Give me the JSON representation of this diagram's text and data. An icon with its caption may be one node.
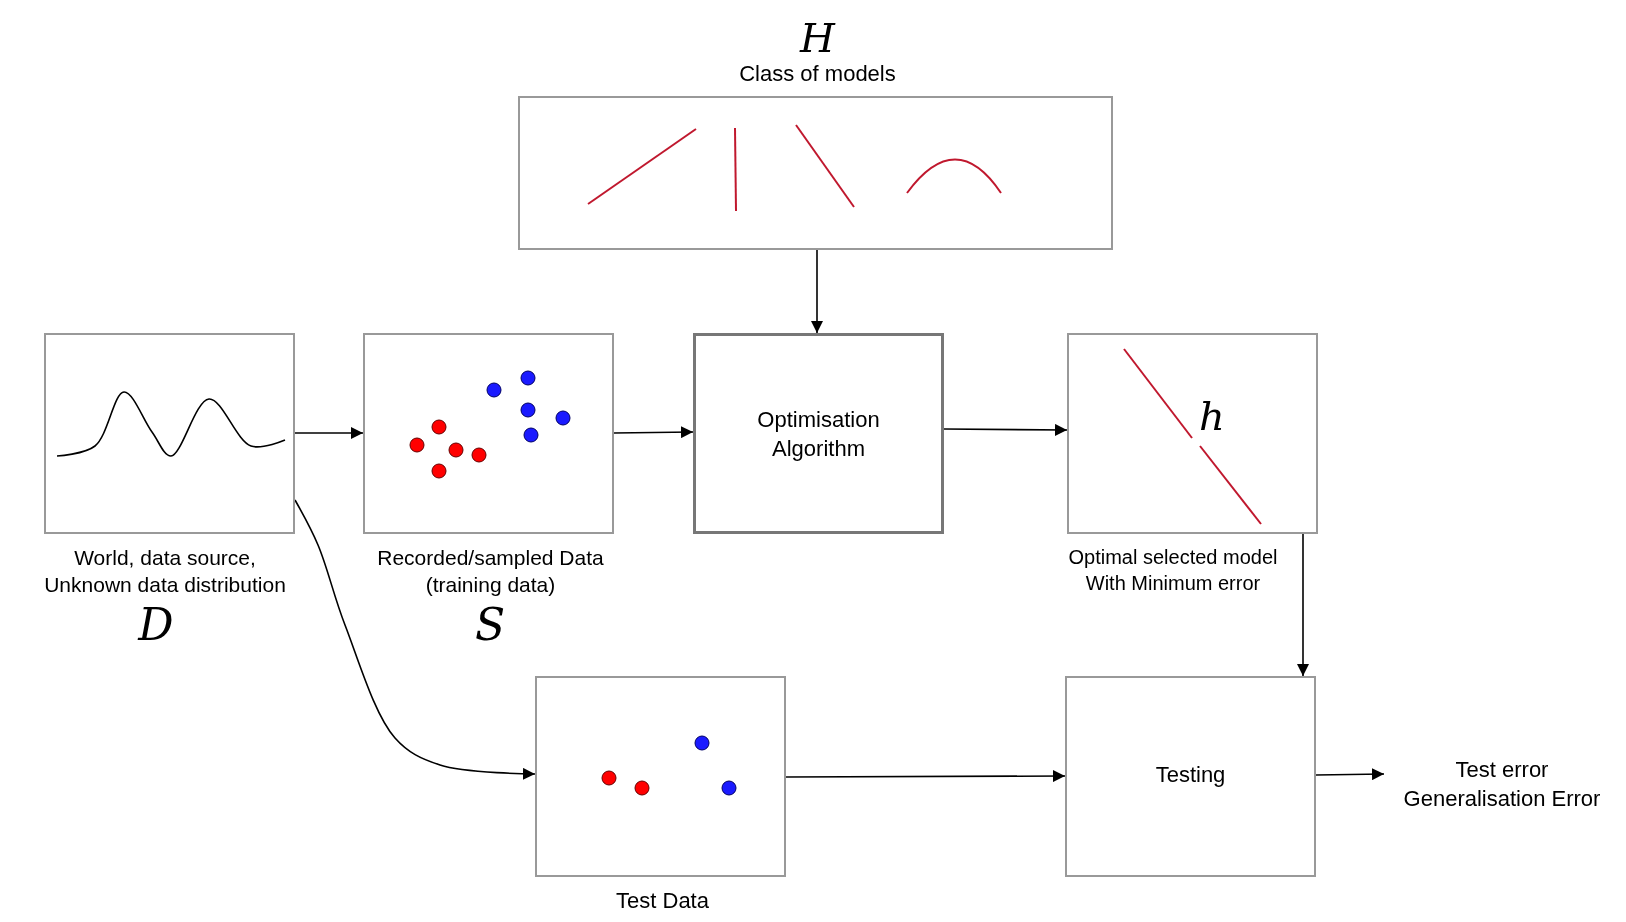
{
  "diagram": {
    "nodes": [
      {
        "text": [
          "H",
          "Class of models"
        ]
      },
      {
        "text": [
          "World, data source, Unknown data distribution",
          "D"
        ]
      },
      {
        "text": [
          "Recorded/sampled Data (training data)",
          "S"
        ]
      },
      {
        "text": [
          "Optimisation Algorithm"
        ]
      },
      {
        "text": [
          "h",
          "Optimal selected model With Minimum error"
        ]
      },
      {
        "text": [
          "Test Data"
        ]
      },
      {
        "text": [
          "Testing"
        ]
      },
      {
        "text": [
          "Test error Generalisation Error"
        ]
      }
    ],
    "edges": [
      {
        "from": 0,
        "to": 3,
        "arrow": "to"
      },
      {
        "from": 1,
        "to": 2,
        "arrow": "to"
      },
      {
        "from": 2,
        "to": 3,
        "arrow": "to"
      },
      {
        "from": 3,
        "to": 4,
        "arrow": "to"
      },
      {
        "from": 4,
        "to": 6,
        "arrow": "to"
      },
      {
        "from": 1,
        "to": 5,
        "arrow": "to"
      },
      {
        "from": 5,
        "to": 6,
        "arrow": "to"
      },
      {
        "from": 6,
        "to": 7,
        "arrow": "to"
      }
    ]
  }
}
